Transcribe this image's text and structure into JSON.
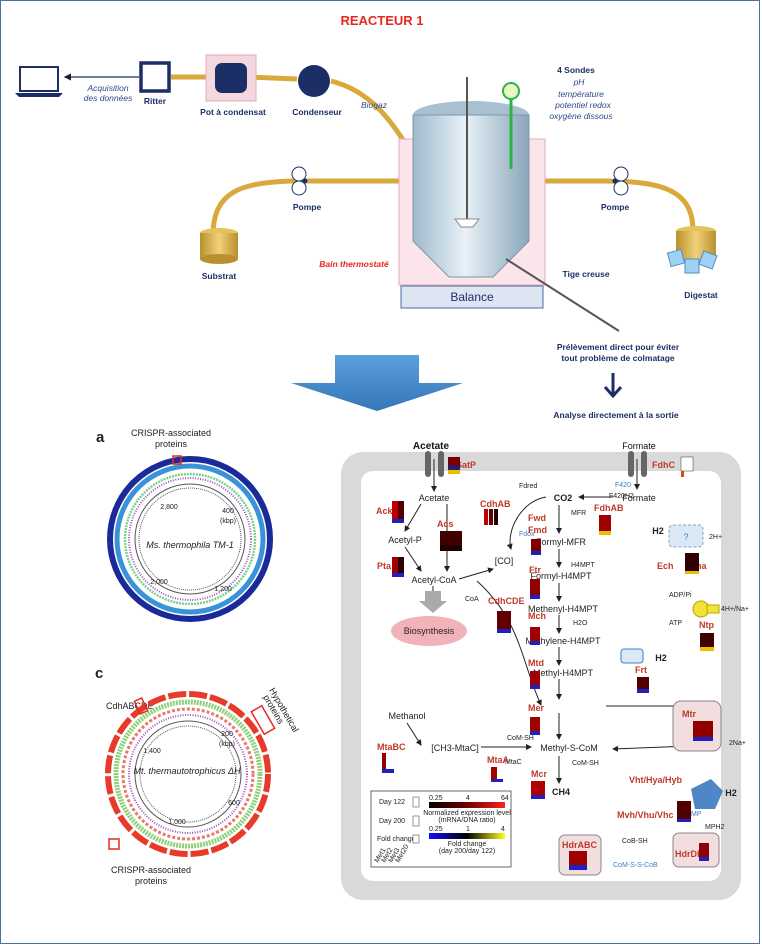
{
  "reactor": {
    "title": "REACTEUR 1",
    "acquisition": [
      "Acquisition",
      "des données"
    ],
    "ritter": "Ritter",
    "pot": "Pot à condensat",
    "condenseur": "Condenseur",
    "biogaz": "Biogaz",
    "sondes_title": "4 Sondes",
    "sondes": [
      "pH",
      "température",
      "potentiel redox",
      "oxygène dissous"
    ],
    "pompe_left": "Pompe",
    "pompe_right": "Pompe",
    "substrat": "Substrat",
    "bain": "Bain thermostaté",
    "tige": "Tige creuse",
    "digestat": "Digestat",
    "balance": "Balance",
    "prelevement": [
      "Prélèvement direct pour éviter",
      "tout problème de colmatage"
    ],
    "analyse": "Analyse directement à la sortie"
  },
  "genome_a": {
    "panel": "a",
    "crispr": [
      "CRISPR-associated",
      "proteins"
    ],
    "organism": "Ms. thermophila TM-1",
    "ticks": [
      "2,800",
      "400",
      "(kbp)",
      "2,000",
      "1,200"
    ]
  },
  "genome_c": {
    "panel": "c",
    "cdh": "CdhABCDE",
    "hypo": [
      "Hypothetical",
      "proteins"
    ],
    "organism": "Mt. thermautotrophicus ΔH",
    "ticks": [
      "1,400",
      "200",
      "(kbp)",
      "600",
      "1,000"
    ],
    "crispr": [
      "CRISPR-associated",
      "proteins"
    ]
  },
  "pathway": {
    "acetate_top": "Acetate",
    "formate_top": "Formate",
    "genes": {
      "satp": "SatP",
      "fdhc": "FdhC",
      "ack": "Ack",
      "acs": "Acs",
      "pta": "Pta",
      "cdhab": "CdhAB",
      "fwd": "Fwd",
      "fmd": "Fmd",
      "fdhab": "FdhAB",
      "ech": "Ech",
      "eha": "Eha",
      "ftr": "Ftr",
      "cdhcde": "CdhCDE",
      "ntp": "Ntp",
      "mch": "Mch",
      "mtd": "Mtd",
      "frt": "Frt",
      "mer": "Mer",
      "mtabc": "MtaBC",
      "mtaa": "MtaA",
      "mtr": "Mtr",
      "mcr": "Mcr",
      "vht": "Vht/Hya/Hyb",
      "mvh": "Mvh/Vhu/Vhc",
      "hdrabc": "HdrABC",
      "hdrde": "HdrDE"
    },
    "met": {
      "acetate": "Acetate",
      "acetylp": "Acetyl-P",
      "acetylcoa": "Acetyl-CoA",
      "biosynthesis": "Biosynthesis",
      "co": "[CO]",
      "co2": "CO2",
      "formate": "Formate",
      "formylmfr": "Formyl-MFR",
      "formylh4mpt": "Formyl-H4MPT",
      "methenyl": "Methenyl-H4MPT",
      "methylene": "Methylene-H4MPT",
      "methylh4mpt": "Methyl-H4MPT",
      "methanol": "Methanol",
      "ch3mtac": "[CH3-MtaC]",
      "methylscom": "Methyl-S-CoM",
      "ch4": "CH4",
      "h2": "H2",
      "h2b": "H2",
      "h2c": "H2"
    },
    "small": {
      "fdred": "Fdred",
      "fdox": "Fdox",
      "mfr": "MFR",
      "f420": "F420",
      "f420h2": "F420H2",
      "h4mpt": "H4MPT",
      "coa": "CoA",
      "h2o": "H2O",
      "comsh": "CoM-SH",
      "mtac": "MtaC",
      "comsh2": "CoM-SH",
      "cobsh": "CoB-SH",
      "comscob": "CoM-S-S-CoB",
      "twoh": "2H+",
      "adp": "ADP/Pi",
      "atp": "ATP",
      "hna": "4H+/Na+",
      "twona": "2Na+",
      "mp": "MP",
      "mph2": "MPH2",
      "q": "?"
    },
    "legend": {
      "day122": "Day 122",
      "day200": "Day 200",
      "fold": "Fold change",
      "scale1_ticks": [
        "0.25",
        "4",
        "64"
      ],
      "scale1_label": [
        "Normalized expression level",
        "(mRNA/DNA ratio)"
      ],
      "scale2_ticks": [
        "0.25",
        "1",
        "4"
      ],
      "scale2_label": [
        "Fold change",
        "(day 200/day 122)"
      ],
      "cols": [
        "Met1",
        "Met2",
        "Met3",
        "Met20"
      ]
    }
  },
  "colors": {
    "title_red": "#e8281e",
    "navy": "#1b2f66",
    "pipe": "#d9a93c",
    "gene_red": "#c0392b",
    "cell_gray": "#d9d9d9",
    "blue_arrow": "#3f86c8"
  }
}
